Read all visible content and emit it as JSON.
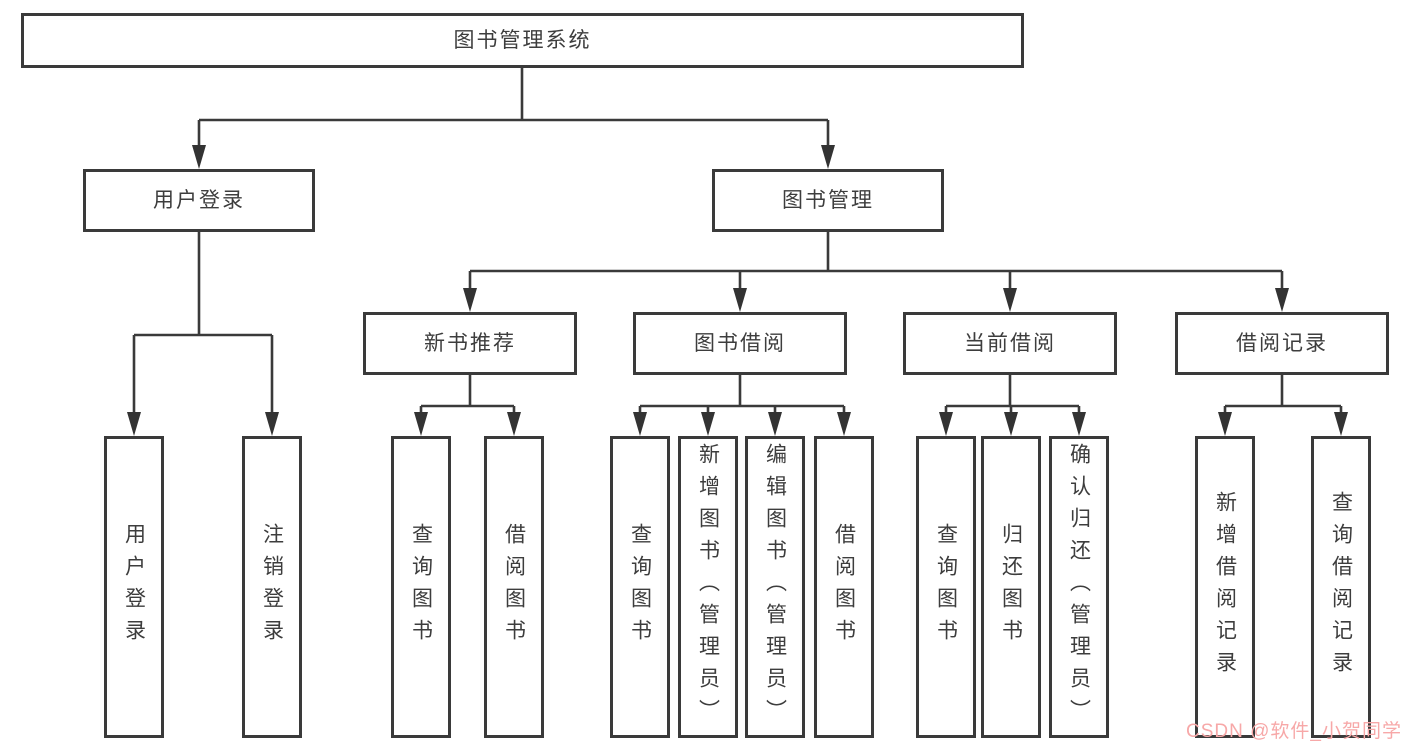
{
  "diagram": {
    "root": {
      "label": "图书管理系统"
    },
    "level1": {
      "user_login": {
        "label": "用户登录"
      },
      "book_management": {
        "label": "图书管理"
      }
    },
    "level2": {
      "new_book_recommend": {
        "label": "新书推荐"
      },
      "book_borrowing": {
        "label": "图书借阅"
      },
      "current_borrowing": {
        "label": "当前借阅"
      },
      "borrowing_records": {
        "label": "借阅记录"
      }
    },
    "leaves": {
      "user_login": [
        {
          "label": "用户登录"
        },
        {
          "label": "注销登录"
        }
      ],
      "new_book_recommend": [
        {
          "label": "查询图书"
        },
        {
          "label": "借阅图书"
        }
      ],
      "book_borrowing": [
        {
          "label": "查询图书"
        },
        {
          "label": "新增图书（管理员）"
        },
        {
          "label": "编辑图书（管理员）"
        },
        {
          "label": "借阅图书"
        }
      ],
      "current_borrowing": [
        {
          "label": "查询图书"
        },
        {
          "label": "归还图书"
        },
        {
          "label": "确认归还（管理员）"
        }
      ],
      "borrowing_records": [
        {
          "label": "新增借阅记录"
        },
        {
          "label": "查询借阅记录"
        }
      ]
    },
    "colors": {
      "line": "#3a3a3a",
      "text": "#3d3d3d",
      "watermark_pink": "#f7a8a8"
    }
  },
  "watermark": {
    "text": "CSDN @软件_小贺同学"
  }
}
